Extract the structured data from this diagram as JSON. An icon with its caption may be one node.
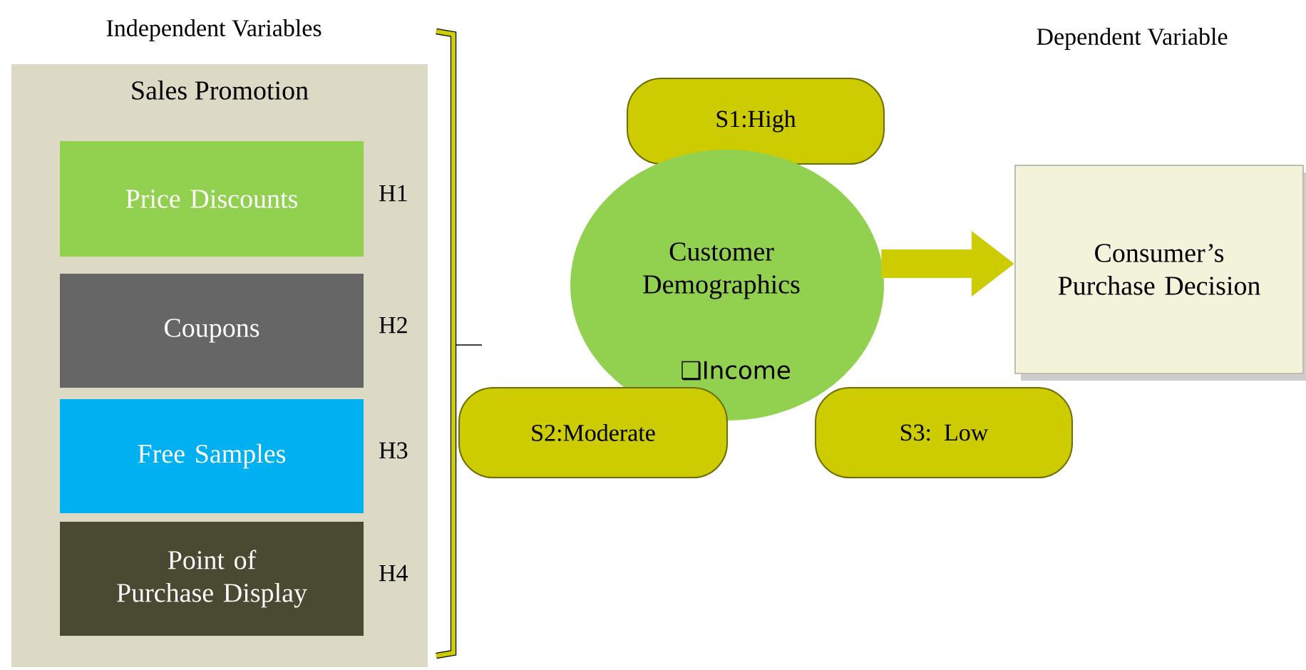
{
  "diagram": {
    "nodes": [
      {
        "text": [
          "Sales Promotion"
        ]
      },
      {
        "text": [
          "Price Discounts"
        ],
        "in": 0,
        "beside": [
          "H1"
        ]
      },
      {
        "text": [
          "Coupons"
        ],
        "in": 0,
        "beside": [
          "H2"
        ]
      },
      {
        "text": [
          "Free Samples"
        ],
        "in": 0,
        "beside": [
          "H3"
        ]
      },
      {
        "text": [
          "Point of Purchase Display"
        ],
        "in": 0,
        "beside": [
          "H4"
        ]
      },
      {
        "text": [
          "S1:High"
        ]
      },
      {
        "text": [
          "Customer Demographics",
          "❑Income"
        ]
      },
      {
        "text": [
          "S2:Moderate"
        ]
      },
      {
        "text": [
          "S3: Low"
        ]
      },
      {
        "text": [
          "Consumer’s Purchase Decision"
        ]
      }
    ],
    "edges": [
      {
        "from": 6,
        "to": 9,
        "arrow": "to"
      }
    ],
    "labels": [
      "Independent Variables",
      "Dependent Variable"
    ]
  }
}
